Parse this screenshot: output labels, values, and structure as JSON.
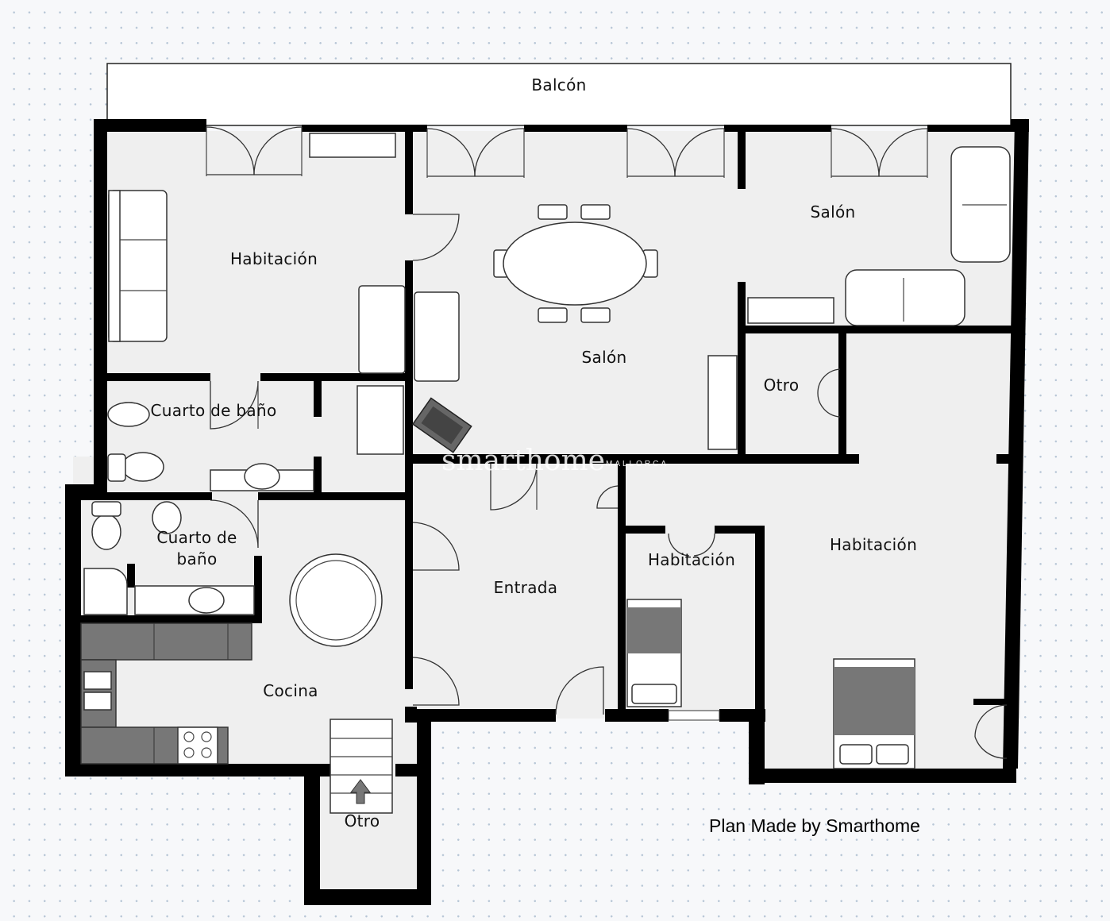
{
  "plan": {
    "rooms": {
      "balcony": "Balcón",
      "bedroom_top_left": "Habitación",
      "living_center": "Salón",
      "living_right": "Salón",
      "bathroom_top": "Cuarto de baño",
      "other_right": "Otro",
      "bathroom_left_line1": "Cuarto de",
      "bathroom_left_line2": "baño",
      "entrance": "Entrada",
      "bedroom_small": "Habitación",
      "bedroom_right": "Habitación",
      "kitchen": "Cocina",
      "other_stairs": "Otro"
    },
    "watermark": {
      "brand": "smarthome",
      "sub": "MALLORCA"
    },
    "credit": "Plan Made by Smarthome"
  },
  "colors": {
    "wall": "#000000",
    "floor": "#efefef",
    "furniture_dark": "#777777"
  }
}
